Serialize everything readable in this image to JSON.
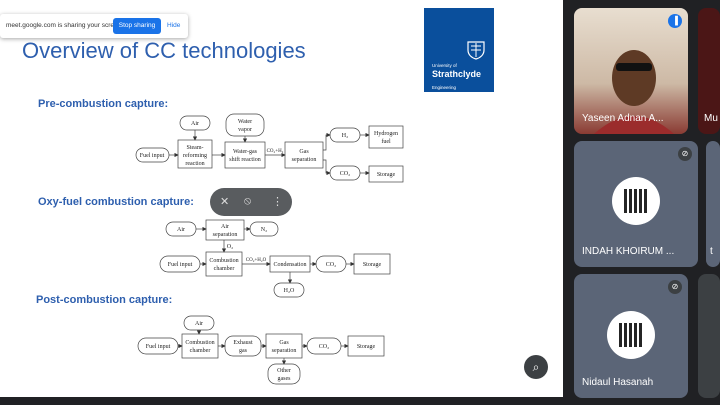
{
  "share_bar": {
    "message": "meet.google.com is sharing your screen.",
    "stop_label": "Stop sharing",
    "hide_label": "Hide"
  },
  "slide": {
    "title": "Overview of CC technologies",
    "logo": {
      "line1": "University of",
      "line2": "Strathclyde",
      "line3": "Engineering"
    },
    "sections": {
      "pre": "Pre-combustion capture:",
      "oxy": "Oxy-fuel combustion capture:",
      "post": "Post-combustion capture:"
    },
    "pre_flow": {
      "fuel": "Fuel input",
      "air": "Air",
      "steam1": "Steam-",
      "steam2": "reforming",
      "steam3": "reaction",
      "water1": "Water",
      "water2": "vapor",
      "shift1": "Water-gas",
      "shift2": "shift reaction",
      "co2h2": "CO₂+H₂",
      "sep1": "Gas",
      "sep2": "separation",
      "h2": "H₂",
      "hyd1": "Hydrogen",
      "hyd2": "fuel",
      "co2": "CO₂",
      "storage": "Storage"
    },
    "oxy_flow": {
      "air": "Air",
      "asep1": "Air",
      "asep2": "separation",
      "n2": "N₂",
      "o2": "O₂",
      "fuel": "Fuel input",
      "comb1": "Combustion",
      "comb2": "chamber",
      "co2h2o": "CO₂+H₂O",
      "cond": "Condensation",
      "co2": "CO₂",
      "storage": "Storage",
      "h2o": "H₂O"
    },
    "post_flow": {
      "air": "Air",
      "fuel": "Fuel input",
      "comb1": "Combustion",
      "comb2": "chamber",
      "ex1": "Exhaust",
      "ex2": "gas",
      "sep1": "Gas",
      "sep2": "separation",
      "co2": "CO₂",
      "storage": "Storage",
      "other1": "Other",
      "other2": "gases"
    }
  },
  "participants": [
    {
      "name": "Yaseen Adnan A...",
      "icon": "audio-active-icon"
    },
    {
      "name": "Mu"
    },
    {
      "name": "INDAH KHOIRUM ...",
      "icon": "mic-off-icon"
    },
    {
      "name": "t"
    },
    {
      "name": "Nidaul Hasanah",
      "icon": "mic-off-icon"
    }
  ]
}
